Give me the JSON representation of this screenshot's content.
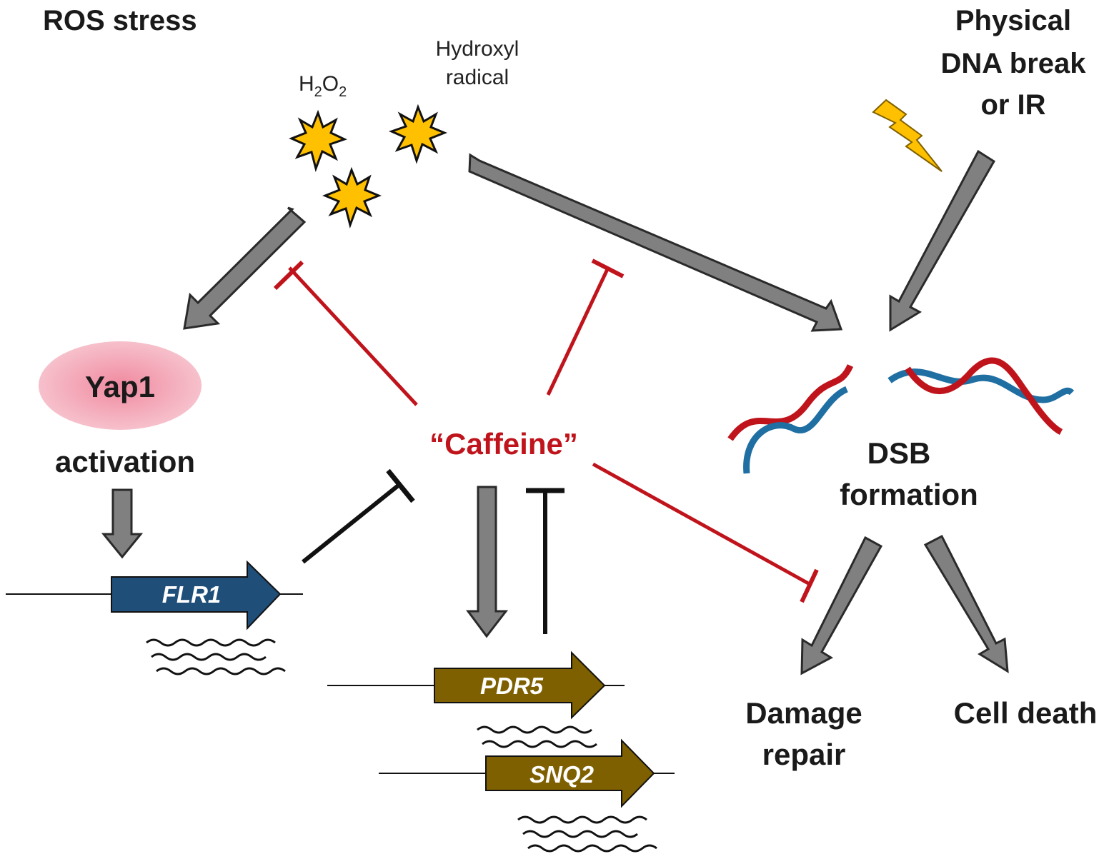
{
  "labels": {
    "ros_stress": "ROS stress",
    "h2o2_main": "H",
    "h2o2_sub1": "2",
    "h2o2_o": "O",
    "h2o2_sub2": "2",
    "hydroxyl_line1": "Hydroxyl",
    "hydroxyl_line2": "radical",
    "physical_line1": "Physical",
    "physical_line2": "DNA break",
    "physical_line3": "or IR",
    "yap1": "Yap1",
    "activation": "activation",
    "caffeine": "“Caffeine”",
    "dsb_line1": "DSB",
    "dsb_line2": "formation",
    "damage_line1": "Damage",
    "damage_line2": "repair",
    "cell_death": "Cell death"
  },
  "genes": {
    "flr1": "FLR1",
    "pdr5": "PDR5",
    "snq2": "SNQ2"
  },
  "colors": {
    "arrow_gray": "#808080",
    "inhibit_red": "#c0141c",
    "inhibit_black": "#111111",
    "flr1_fill": "#1f4e79",
    "pdr5_fill": "#7f6000",
    "star_fill": "#ffc000",
    "bolt_fill": "#ffc000",
    "yap1_fill": "#f4b6c2",
    "dna_red": "#c0141c",
    "dna_blue": "#1f6fa3",
    "caffeine_text": "#c0141c"
  }
}
